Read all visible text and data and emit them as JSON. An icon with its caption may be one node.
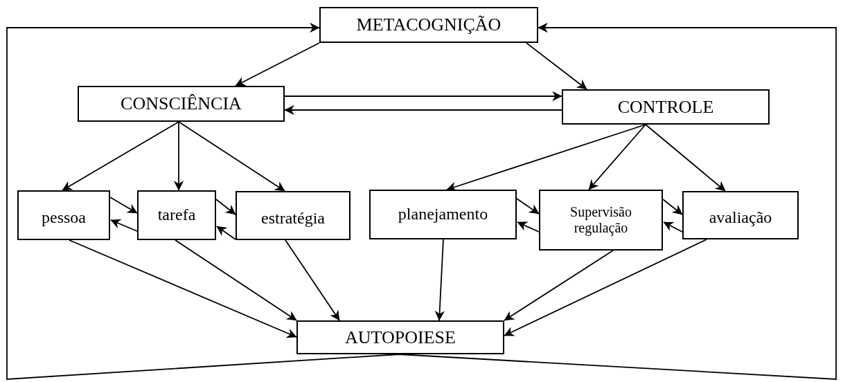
{
  "diagram": {
    "nodes": [
      {
        "text": [
          "METACOGNIÇÃO"
        ]
      },
      {
        "text": [
          "CONSCIÊNCIA"
        ]
      },
      {
        "text": [
          "CONTROLE"
        ]
      },
      {
        "text": [
          "pessoa"
        ]
      },
      {
        "text": [
          "tarefa"
        ]
      },
      {
        "text": [
          "estratégia"
        ]
      },
      {
        "text": [
          "planejamento"
        ]
      },
      {
        "text": [
          "Supervisão regulação"
        ]
      },
      {
        "text": [
          "avaliação"
        ]
      },
      {
        "text": [
          "AUTOPOIESE"
        ]
      }
    ],
    "edges": [
      {
        "from": 0,
        "to": 1,
        "arrow": "to"
      },
      {
        "from": 0,
        "to": 2,
        "arrow": "to"
      },
      {
        "from": 1,
        "to": 2,
        "arrow": "to"
      },
      {
        "from": 2,
        "to": 1,
        "arrow": "to"
      },
      {
        "from": 1,
        "to": 3,
        "arrow": "to"
      },
      {
        "from": 1,
        "to": 4,
        "arrow": "to"
      },
      {
        "from": 1,
        "to": 5,
        "arrow": "to"
      },
      {
        "from": 3,
        "to": 4,
        "arrow": "to"
      },
      {
        "from": 4,
        "to": 3,
        "arrow": "to"
      },
      {
        "from": 4,
        "to": 5,
        "arrow": "to"
      },
      {
        "from": 5,
        "to": 4,
        "arrow": "to"
      },
      {
        "from": 2,
        "to": 6,
        "arrow": "to"
      },
      {
        "from": 2,
        "to": 7,
        "arrow": "to"
      },
      {
        "from": 2,
        "to": 8,
        "arrow": "to"
      },
      {
        "from": 6,
        "to": 7,
        "arrow": "to"
      },
      {
        "from": 7,
        "to": 6,
        "arrow": "to"
      },
      {
        "from": 7,
        "to": 8,
        "arrow": "to"
      },
      {
        "from": 8,
        "to": 7,
        "arrow": "to"
      },
      {
        "from": 3,
        "to": 9,
        "arrow": "to"
      },
      {
        "from": 4,
        "to": 9,
        "arrow": "to"
      },
      {
        "from": 5,
        "to": 9,
        "arrow": "to"
      },
      {
        "from": 6,
        "to": 9,
        "arrow": "to"
      },
      {
        "from": 7,
        "to": 9,
        "arrow": "to"
      },
      {
        "from": 8,
        "to": 9,
        "arrow": "to"
      },
      {
        "from": 9,
        "to": 0,
        "arrow": "to"
      }
    ]
  }
}
